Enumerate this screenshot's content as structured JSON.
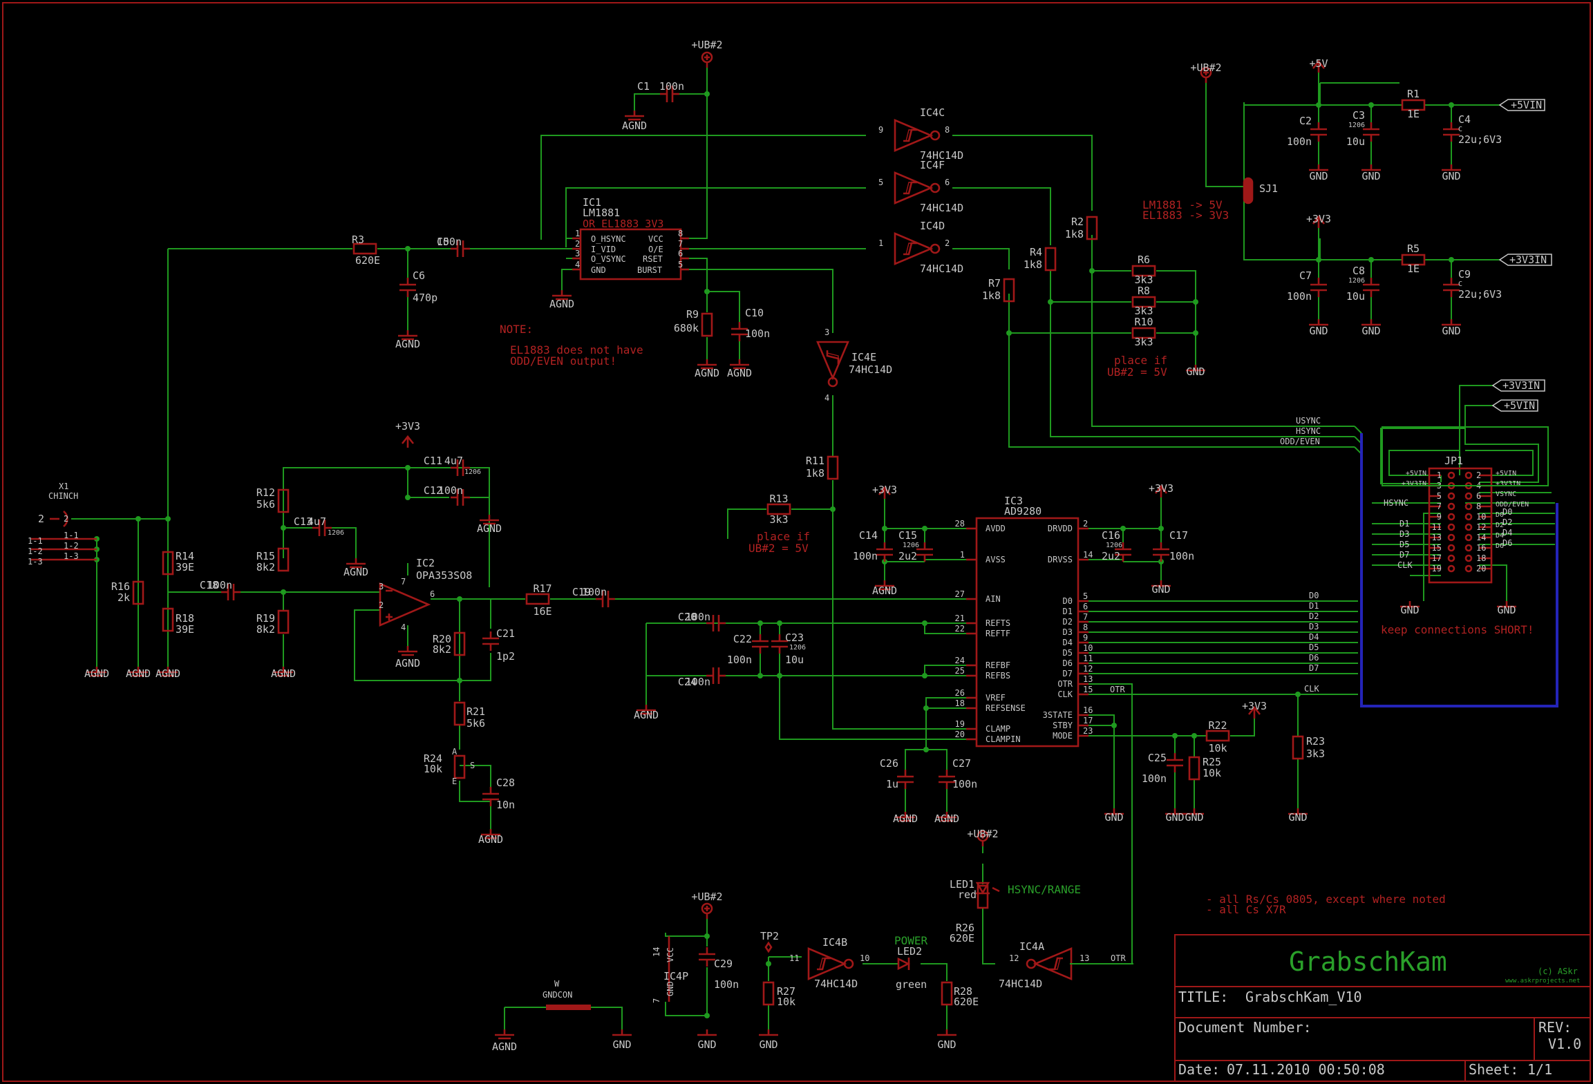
{
  "title_block": {
    "project": "GrabschKam",
    "copyright": "(c) ASkr",
    "website": "www.askrprojects.net",
    "title_label": "TITLE:",
    "title_value": "GrabschKam_V10",
    "docnum_label": "Document Number:",
    "rev_label": "REV:",
    "rev_value": "V1.0",
    "date_label": "Date:",
    "date_value": "07.11.2010 00:50:08",
    "sheet_label": "Sheet:",
    "sheet_value": "1/1"
  },
  "notes": {
    "note_title": "NOTE:",
    "note_line1": "EL1883 does not have",
    "note_line2": "ODD/EVEN output!",
    "sj_line1": "LM1881 -> 5V",
    "sj_line2": "EL1883 -> 3V3",
    "place1_line1": "place if",
    "place1_line2": "UB#2 = 5V",
    "place2_line1": "place if",
    "place2_line2": "UB#2 = 5V",
    "keep_short": "keep connections SHORT!",
    "bom_line1": "- all Rs/Cs 0805, except where noted",
    "bom_line2": "- all Cs X7R",
    "led1_label": "HSYNC/RANGE",
    "led2_label": "POWER"
  },
  "parts": {
    "IC1": [
      "IC1",
      "LM1881",
      "OR EL1883 3V3"
    ],
    "IC1_pins_left": [
      "O_HSYNC",
      "I_VID",
      "O_VSYNC",
      "GND"
    ],
    "IC1_pins_right": [
      "VCC",
      "O/E",
      "RSET",
      "BURST"
    ],
    "IC1_nums_left": [
      "1",
      "2",
      "3",
      "4"
    ],
    "IC1_nums_right": [
      "8",
      "7",
      "6",
      "5"
    ],
    "IC3": [
      "IC3",
      "AD9280"
    ],
    "IC3_left": [
      {
        "num": "28",
        "name": "AVDD"
      },
      {
        "num": "1",
        "name": "AVSS"
      },
      {
        "num": "27",
        "name": "AIN"
      },
      {
        "num": "21",
        "name": "REFTS"
      },
      {
        "num": "22",
        "name": "REFTF"
      },
      {
        "num": "24",
        "name": "REFBF"
      },
      {
        "num": "25",
        "name": "REFBS"
      },
      {
        "num": "26",
        "name": "VREF"
      },
      {
        "num": "18",
        "name": "REFSENSE"
      },
      {
        "num": "19",
        "name": "CLAMP"
      },
      {
        "num": "20",
        "name": "CLAMPIN"
      }
    ],
    "IC3_right": [
      {
        "num": "2",
        "name": "DRVDD"
      },
      {
        "num": "14",
        "name": "DRVSS"
      },
      {
        "num": "5",
        "name": "D0"
      },
      {
        "num": "6",
        "name": "D1"
      },
      {
        "num": "7",
        "name": "D2"
      },
      {
        "num": "8",
        "name": "D3"
      },
      {
        "num": "9",
        "name": "D4"
      },
      {
        "num": "10",
        "name": "D5"
      },
      {
        "num": "11",
        "name": "D6"
      },
      {
        "num": "12",
        "name": "D7"
      },
      {
        "num": "13",
        "name": "OTR"
      },
      {
        "num": "15",
        "name": "CLK"
      },
      {
        "num": "16",
        "name": "3STATE"
      },
      {
        "num": "17",
        "name": "STBY"
      },
      {
        "num": "23",
        "name": "MODE"
      }
    ],
    "JP1": "JP1",
    "JP1_left_nums": [
      "1",
      "3",
      "5",
      "7",
      "9",
      "11",
      "13",
      "15",
      "17",
      "19"
    ],
    "JP1_right_nums": [
      "2",
      "4",
      "6",
      "8",
      "10",
      "12",
      "14",
      "16",
      "18",
      "20"
    ],
    "JP1_left_labels": [
      "+5VIN",
      "+3V3IN",
      "",
      "HSYNC",
      "",
      "D1",
      "D3",
      "D5",
      "D7",
      "CLK"
    ],
    "JP1_right_labels": [
      "+5VIN",
      "+3V3IN",
      "VSYNC",
      "ODD/EVEN",
      "D0",
      "D2",
      "D4",
      "D6"
    ],
    "IC4C": [
      "IC4C",
      "74HC14D",
      "9",
      "8"
    ],
    "IC4F": [
      "IC4F",
      "74HC14D",
      "5",
      "6"
    ],
    "IC4D": [
      "IC4D",
      "74HC14D",
      "1",
      "2"
    ],
    "IC4E": [
      "IC4E",
      "74HC14D",
      "3",
      "4"
    ],
    "IC4B": [
      "IC4B",
      "74HC14D",
      "11",
      "10"
    ],
    "IC4A": [
      "IC4A",
      "74HC14D",
      "12",
      "13"
    ],
    "IC4P": [
      "IC4P",
      "VCC",
      "GND",
      "14",
      "7"
    ],
    "IC2": [
      "IC2",
      "OPA353SO8",
      "3",
      "2",
      "6",
      "7",
      "4"
    ],
    "X1": [
      "X1",
      "CHINCH",
      "2",
      "1-1",
      "1-2",
      "1-3"
    ],
    "SJ1": "SJ1",
    "W": [
      "W",
      "GNDCON"
    ],
    "TP2": "TP2",
    "LED1": [
      "LED1",
      "red"
    ],
    "LED2": [
      "LED2",
      "green"
    ]
  },
  "values": {
    "C1": [
      "C1",
      "100n"
    ],
    "C2": [
      "C2",
      "100n"
    ],
    "C3": [
      "C3",
      "1206",
      "10u"
    ],
    "C4": [
      "C4",
      "22u;6V3",
      "C"
    ],
    "C5": [
      "C5",
      "100n"
    ],
    "C6": [
      "C6",
      "470p"
    ],
    "C7": [
      "C7",
      "100n"
    ],
    "C8": [
      "C8",
      "1206",
      "10u"
    ],
    "C9": [
      "C9",
      "22u;6V3",
      "C"
    ],
    "C10": [
      "C10",
      "100n"
    ],
    "C11": [
      "C11",
      "4u7",
      "1206"
    ],
    "C12": [
      "C12",
      "100n"
    ],
    "C13": [
      "C13",
      "4u7",
      "1206"
    ],
    "C14": [
      "C14",
      "100n"
    ],
    "C15": [
      "C15",
      "1206",
      "2u2"
    ],
    "C16": [
      "C16",
      "1206",
      "2u2"
    ],
    "C17": [
      "C17",
      "100n"
    ],
    "C18": [
      "C18",
      "100n"
    ],
    "C19": [
      "C19",
      "100n"
    ],
    "C20": [
      "C20",
      "100n"
    ],
    "C21": [
      "C21",
      "1p2"
    ],
    "C22": [
      "C22",
      "100n"
    ],
    "C23": [
      "C23",
      "1206",
      "10u"
    ],
    "C24": [
      "C24",
      "100n"
    ],
    "C25": [
      "C25",
      "100n"
    ],
    "C26": [
      "C26",
      "1u"
    ],
    "C27": [
      "C27",
      "100n"
    ],
    "C28": [
      "C28",
      "10n"
    ],
    "C29": [
      "C29",
      "100n"
    ],
    "R1": [
      "R1",
      "1E"
    ],
    "R2": [
      "R2",
      "1k8"
    ],
    "R3": [
      "R3",
      "620E"
    ],
    "R4": [
      "R4",
      "1k8"
    ],
    "R5": [
      "R5",
      "1E"
    ],
    "R6": [
      "R6",
      "3k3"
    ],
    "R7": [
      "R7",
      "1k8"
    ],
    "R8": [
      "R8",
      "3k3"
    ],
    "R9": [
      "R9",
      "680k"
    ],
    "R10": [
      "R10",
      "3k3"
    ],
    "R11": [
      "R11",
      "1k8"
    ],
    "R12": [
      "R12",
      "5k6"
    ],
    "R13": [
      "R13",
      "3k3"
    ],
    "R14": [
      "R14",
      "39E"
    ],
    "R15": [
      "R15",
      "8k2"
    ],
    "R16": [
      "R16",
      "2k"
    ],
    "R17": [
      "R17",
      "16E"
    ],
    "R18": [
      "R18",
      "39E"
    ],
    "R19": [
      "R19",
      "8k2"
    ],
    "R20": [
      "R20",
      "8k2"
    ],
    "R21": [
      "R21",
      "5k6"
    ],
    "R22": [
      "R22",
      "10k"
    ],
    "R23": [
      "R23",
      "3k3"
    ],
    "R24": [
      "R24",
      "10k",
      "A",
      "E",
      "S"
    ],
    "R25": [
      "R25",
      "10k"
    ],
    "R26": [
      "R26",
      "620E"
    ],
    "R27": [
      "R27",
      "10k"
    ],
    "R28": [
      "R28",
      "620E"
    ]
  },
  "nets": {
    "agnd": "AGND",
    "gnd": "GND",
    "ub2": "+UB#2",
    "p5v": "+5V",
    "p3v3": "+3V3",
    "p5vin": "+5VIN",
    "p3v3in": "+3V3IN",
    "usync": "USYNC",
    "hsync": "HSYNC",
    "oddeven": "ODD/EVEN",
    "d0": "D0",
    "d1": "D1",
    "d2": "D2",
    "d3": "D3",
    "d4": "D4",
    "d5": "D5",
    "d6": "D6",
    "d7": "D7",
    "clk": "CLK",
    "otr": "OTR"
  }
}
